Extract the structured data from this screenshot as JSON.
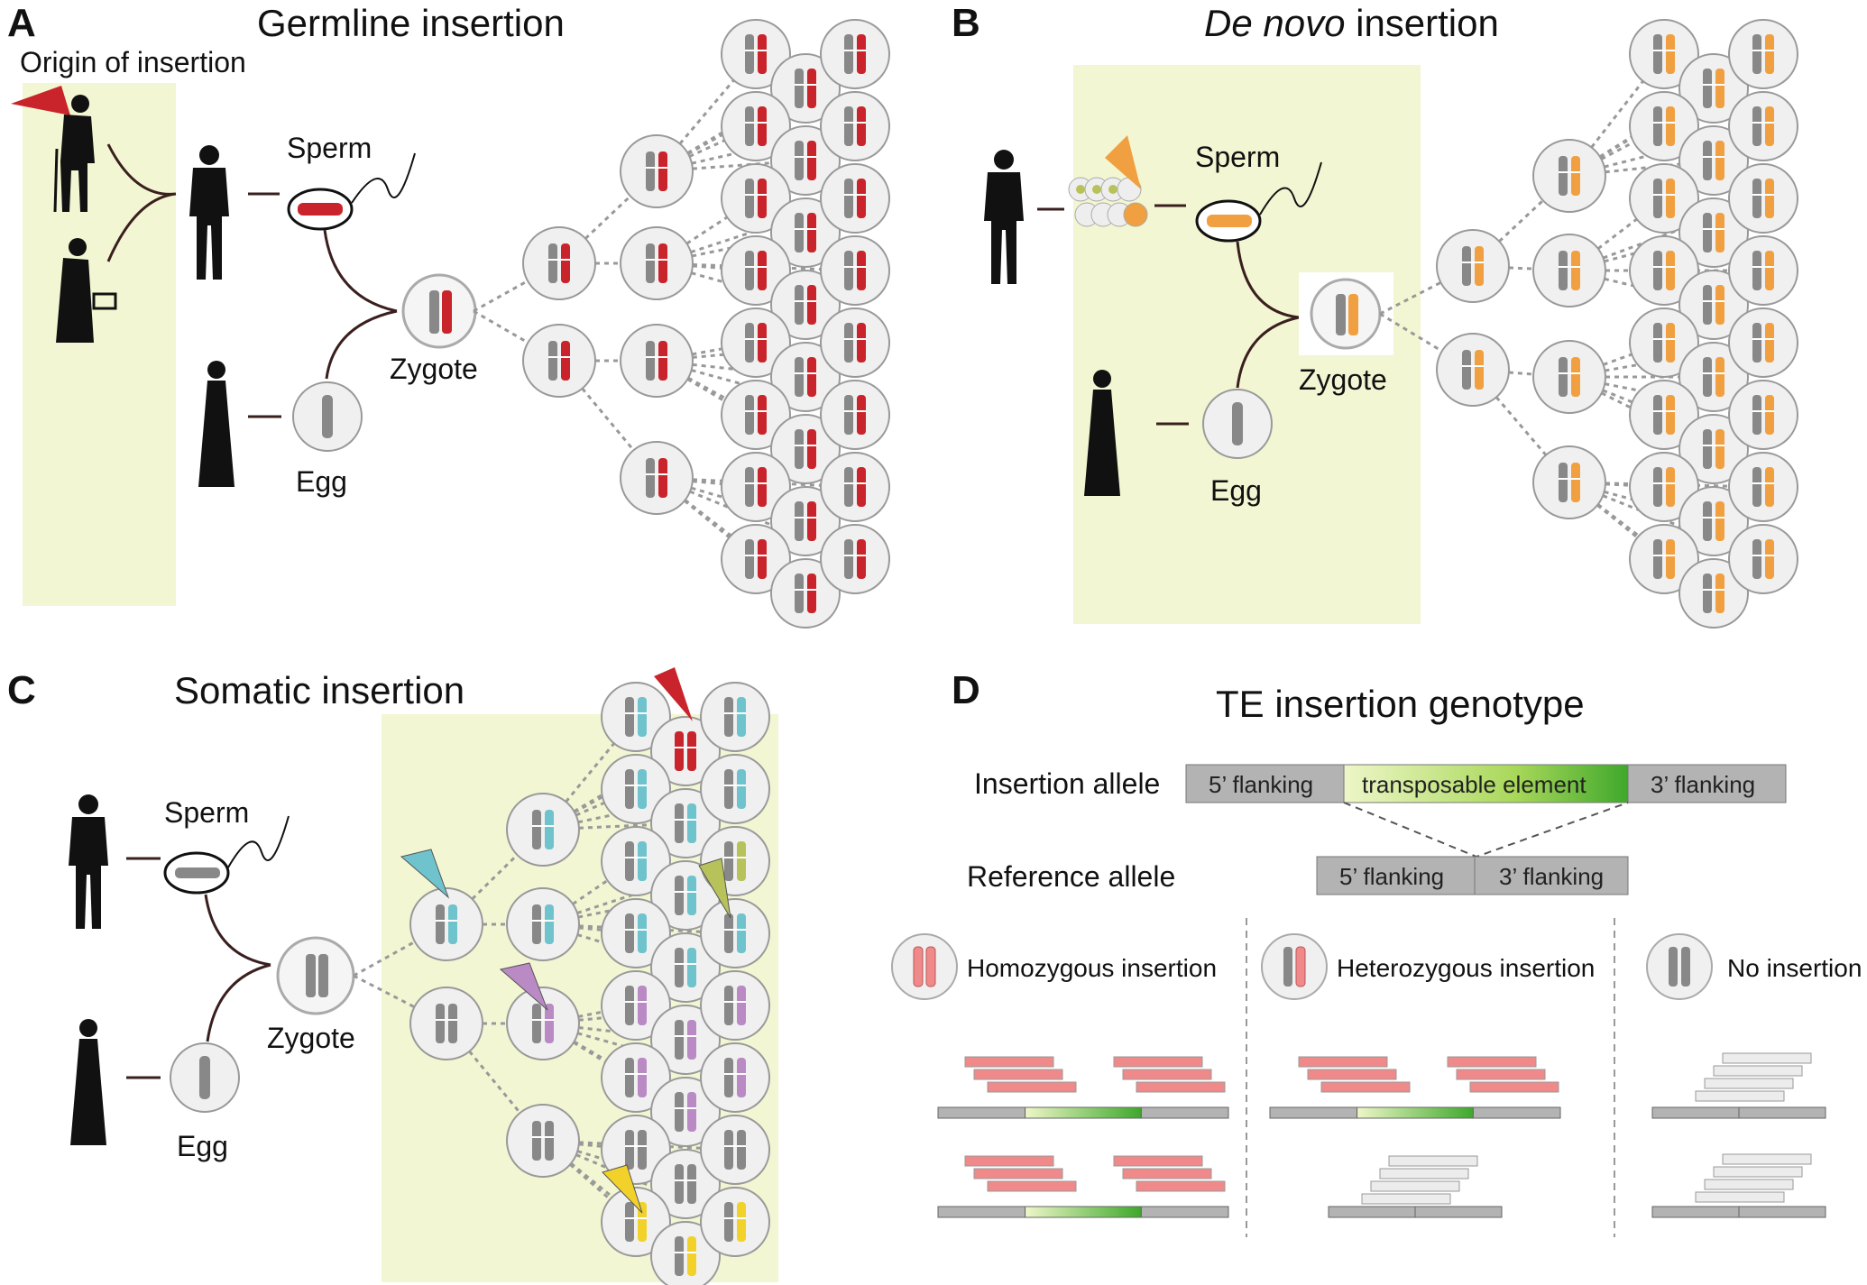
{
  "panels": {
    "A": {
      "letter": "A",
      "title": "Germline insertion",
      "origin": "Origin of insertion",
      "sperm": "Sperm",
      "egg": "Egg",
      "zygote": "Zygote"
    },
    "B": {
      "letter": "B",
      "title_italic": "De novo",
      "title_rest": " insertion",
      "sperm": "Sperm",
      "egg": "Egg",
      "zygote": "Zygote"
    },
    "C": {
      "letter": "C",
      "title": "Somatic insertion",
      "sperm": "Sperm",
      "egg": "Egg",
      "zygote": "Zygote"
    },
    "D": {
      "letter": "D",
      "title": "TE insertion genotype",
      "insertion_allele": "Insertion allele",
      "reference_allele": "Reference allele",
      "five_flank": "5’ flanking",
      "te": "transposable element",
      "three_flank": "3’ flanking",
      "legend": [
        "Homozygous insertion",
        "Heterozygous insertion",
        "No insertion"
      ]
    }
  },
  "colors": {
    "highlight": "#f3f6d2",
    "germline_red": "#c9242b",
    "denovo_orange": "#f0a040",
    "somatic_cyan": "#6fc3cc",
    "somatic_green": "#b8c25a",
    "somatic_purple": "#b98ac4",
    "somatic_yellow": "#f2d22a",
    "read_pink": "#f08a8a",
    "read_grey": "#ececec",
    "te_green": "#6cbf3a",
    "flank_grey": "#b3b3b3"
  }
}
